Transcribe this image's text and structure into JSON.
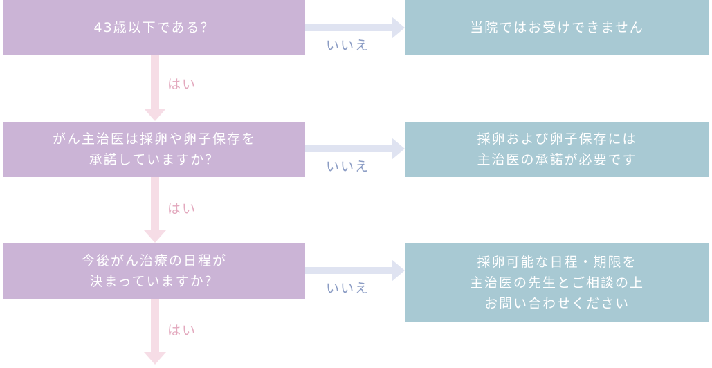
{
  "questions": [
    {
      "lines": [
        "43歳以下である？"
      ]
    },
    {
      "lines": [
        "がん主治医は採卵や卵子保存を",
        "承諾していますか？"
      ]
    },
    {
      "lines": [
        "今後がん治療の日程が",
        "決まっていますか？"
      ]
    }
  ],
  "results": [
    {
      "lines": [
        "当院ではお受けできません"
      ]
    },
    {
      "lines": [
        "採卵および卵子保存には",
        "主治医の承諾が必要です"
      ]
    },
    {
      "lines": [
        "採卵可能な日程・期限を",
        "主治医の先生とご相談の上",
        "お問い合わせください"
      ]
    }
  ],
  "labels": {
    "no": [
      "いいえ",
      "いいえ",
      "いいえ"
    ],
    "yes": [
      "はい",
      "はい",
      "はい"
    ]
  },
  "colors": {
    "question_box": "#cbb4d6",
    "result_box": "#a8c9d3",
    "no_arrow": "#dfe3f1",
    "yes_arrow": "#f6dde6",
    "no_text": "#8b9cc4",
    "yes_text": "#e3a9be"
  }
}
